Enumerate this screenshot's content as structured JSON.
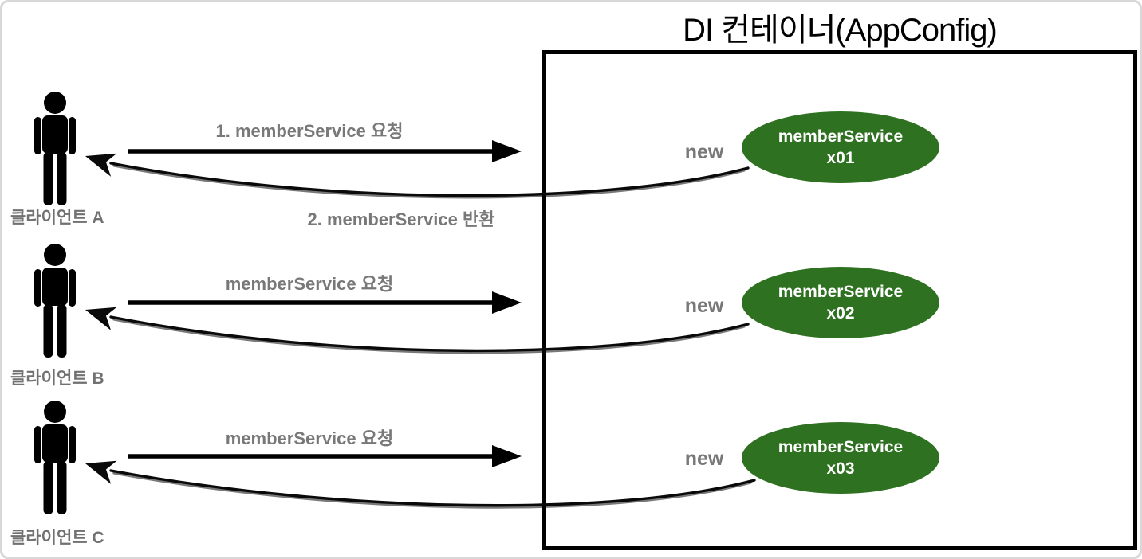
{
  "container": {
    "title": "DI 컨테이너(AppConfig)"
  },
  "clients": [
    {
      "label": "클라이언트 A",
      "request_label": "1. memberService 요청",
      "return_label": "2. memberService 반환",
      "new_label": "new",
      "service": {
        "name": "memberService",
        "instance": "x01"
      }
    },
    {
      "label": "클라이언트 B",
      "request_label": "memberService 요청",
      "new_label": "new",
      "service": {
        "name": "memberService",
        "instance": "x02"
      }
    },
    {
      "label": "클라이언트 C",
      "request_label": "memberService 요청",
      "new_label": "new",
      "service": {
        "name": "memberService",
        "instance": "x03"
      }
    }
  ],
  "colors": {
    "service_green": "#2E7120",
    "label_gray": "#787878",
    "diagram_black": "#000000",
    "frame_border": "#D8D8D8"
  }
}
